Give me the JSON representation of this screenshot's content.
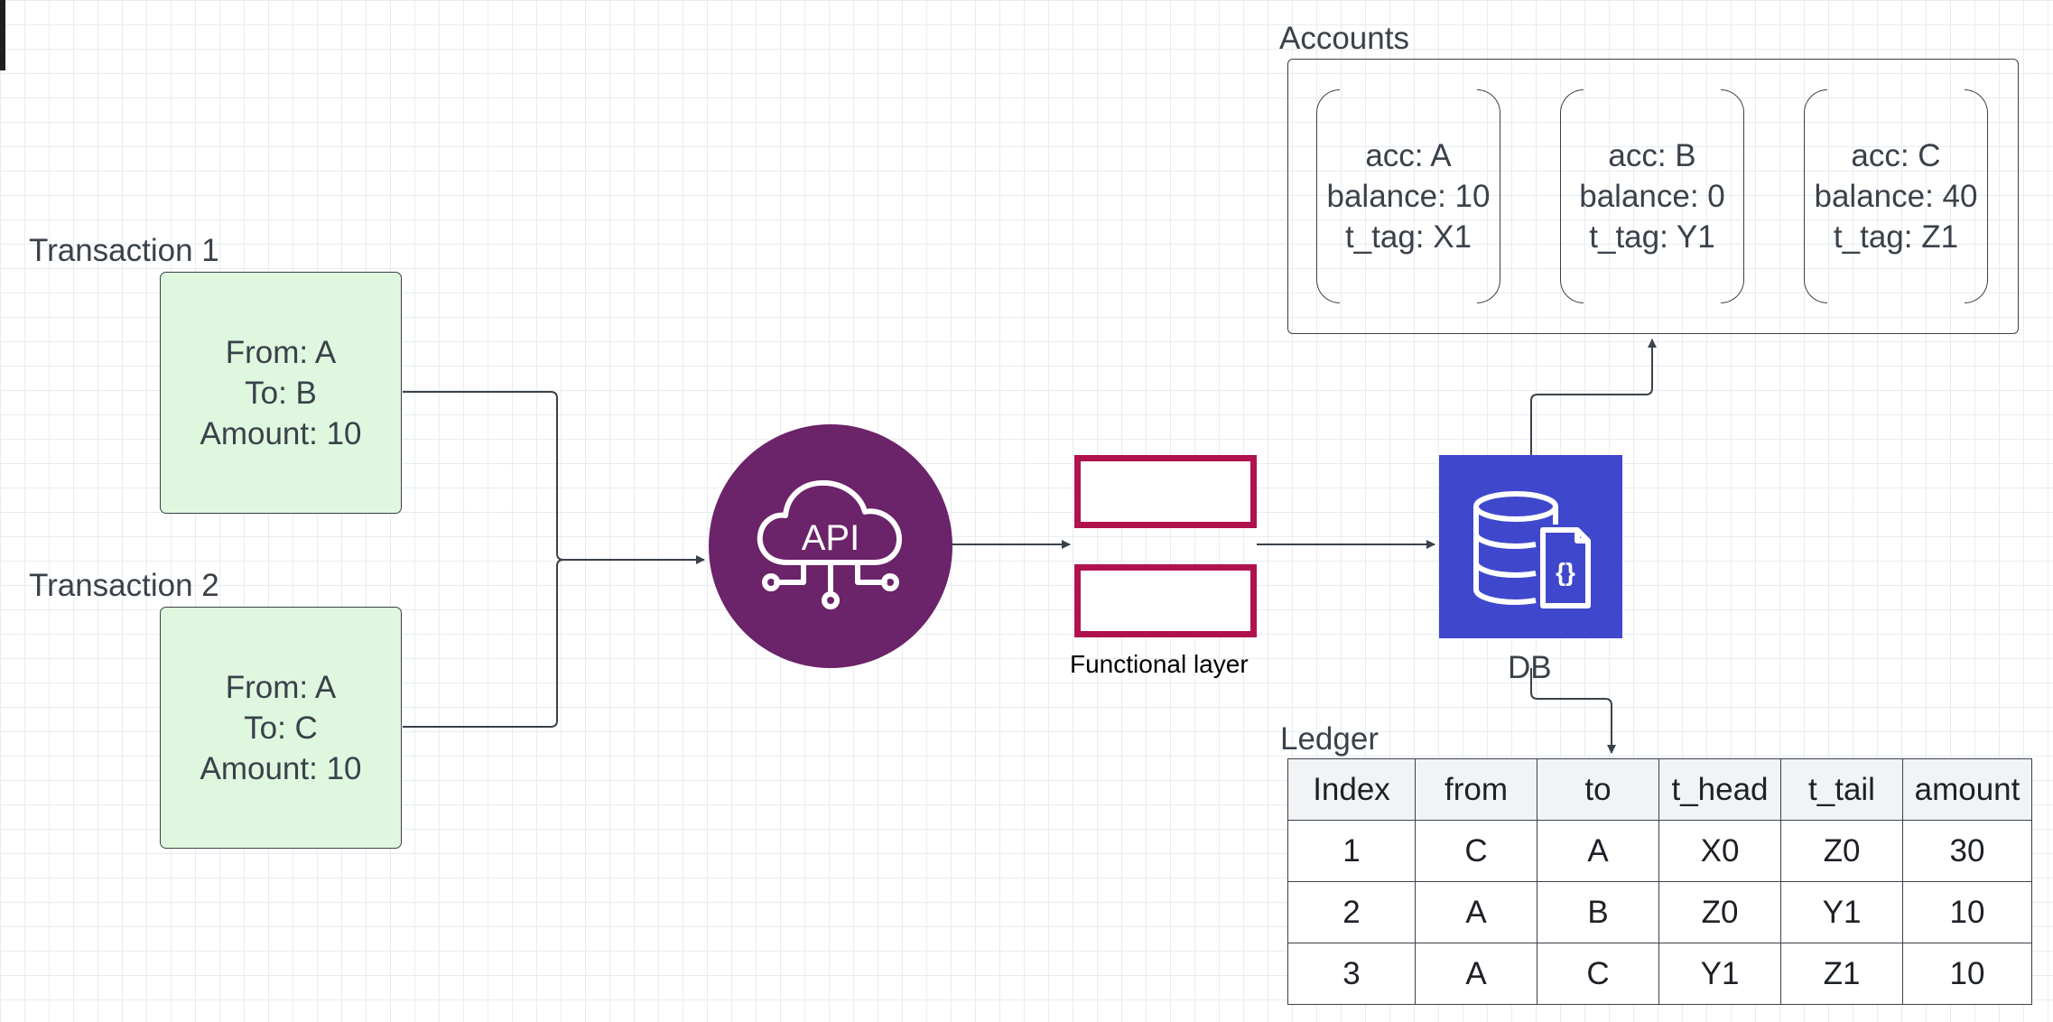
{
  "transactions": [
    {
      "title": "Transaction 1",
      "from": "From: A",
      "to": "To: B",
      "amount": "Amount: 10"
    },
    {
      "title": "Transaction 2",
      "from": "From: A",
      "to": "To: C",
      "amount": "Amount: 10"
    }
  ],
  "api": {
    "label": "API"
  },
  "functional_layer": {
    "label": "Functional layer"
  },
  "db": {
    "label": "DB"
  },
  "accounts": {
    "title": "Accounts",
    "items": [
      {
        "acc": "acc: A",
        "balance": "balance: 10",
        "tag": "t_tag: X1"
      },
      {
        "acc": "acc: B",
        "balance": "balance: 0",
        "tag": "t_tag: Y1"
      },
      {
        "acc": "acc: C",
        "balance": "balance: 40",
        "tag": "t_tag: Z1"
      }
    ]
  },
  "ledger": {
    "title": "Ledger",
    "headers": [
      "Index",
      "from",
      "to",
      "t_head",
      "t_tail",
      "amount"
    ],
    "rows": [
      [
        "1",
        "C",
        "A",
        "X0",
        "Z0",
        "30"
      ],
      [
        "2",
        "A",
        "B",
        "Z0",
        "Y1",
        "10"
      ],
      [
        "3",
        "A",
        "C",
        "Y1",
        "Z1",
        "10"
      ]
    ]
  },
  "colors": {
    "transaction_fill": "#dff7df",
    "api_fill": "#6b2369",
    "functional_layer_stroke": "#b0124e",
    "db_fill": "#3f48cc",
    "line": "#3a414a"
  },
  "icons": {
    "api": "api-cloud-icon",
    "db": "database-json-icon"
  }
}
